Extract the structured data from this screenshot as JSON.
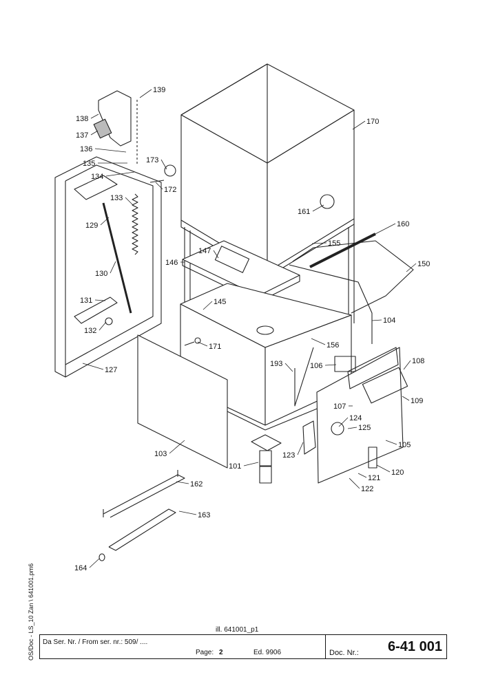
{
  "callouts": [
    "101",
    "103",
    "104",
    "105",
    "106",
    "107",
    "108",
    "109",
    "120",
    "121",
    "122",
    "123",
    "124",
    "125",
    "127",
    "129",
    "130",
    "131",
    "132",
    "133",
    "134",
    "135",
    "136",
    "137",
    "138",
    "139",
    "145",
    "146",
    "147",
    "150",
    "155",
    "156",
    "160",
    "161",
    "162",
    "163",
    "164",
    "170",
    "171",
    "172",
    "173",
    "193"
  ],
  "side_text": "OS/Doc - LS_10  Zan \\ 641001.pm6",
  "illustration_ref": "ill. 641001_p1",
  "title_block": {
    "serial": "Da Ser. Nr. / From ser. nr.:  509/ ....",
    "page_label": "Page:",
    "page_value": "2",
    "edition": "Ed. 9906",
    "doc_label": "Doc. Nr.:",
    "doc_number": "6-41 001"
  }
}
